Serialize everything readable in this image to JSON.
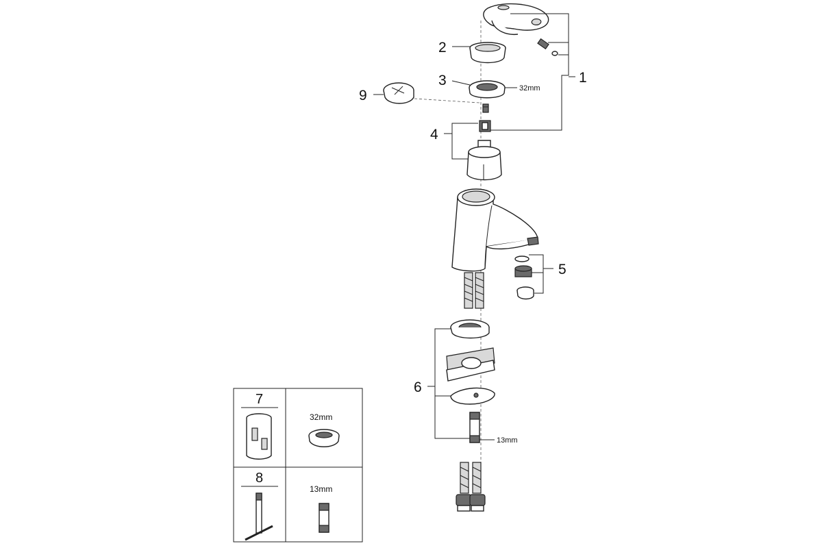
{
  "callouts": {
    "c1": "1",
    "c2": "2",
    "c3": "3",
    "c4": "4",
    "c5": "5",
    "c6": "6",
    "c9": "9"
  },
  "dimensions": {
    "nut_main": "32mm",
    "stud_main": "13mm"
  },
  "tools_table": {
    "row7": {
      "number": "7",
      "size": "32mm"
    },
    "row8": {
      "number": "8",
      "size": "13mm"
    }
  }
}
